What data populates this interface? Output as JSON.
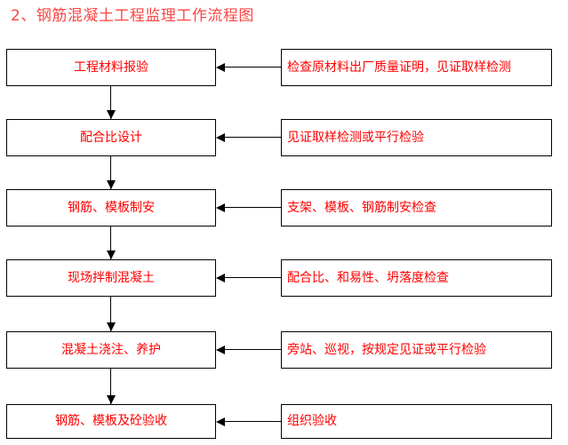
{
  "page": {
    "title": "2、钢筋混凝土工程监理工作流程图",
    "title_color": "#fb4646",
    "node_text_color": "#ff0000",
    "line_color": "#000000",
    "background_color": "#ffffff"
  },
  "flow": {
    "rows": [
      {
        "process": "工程材料报验",
        "control": "检查原材料出厂质量证明，见证取样检测"
      },
      {
        "process": "配合比设计",
        "control": "见证取样检测或平行检验"
      },
      {
        "process": "钢筋、模板制安",
        "control": "支架、模板、钢筋制安检查"
      },
      {
        "process": "现场拌制混凝土",
        "control": "配合比、和易性、坍落度检查"
      },
      {
        "process": "混凝土浇注、养护",
        "control": "旁站、巡视，按规定见证或平行检验"
      },
      {
        "process": "钢筋、模板及砼验收",
        "control": "组织验收"
      }
    ]
  }
}
